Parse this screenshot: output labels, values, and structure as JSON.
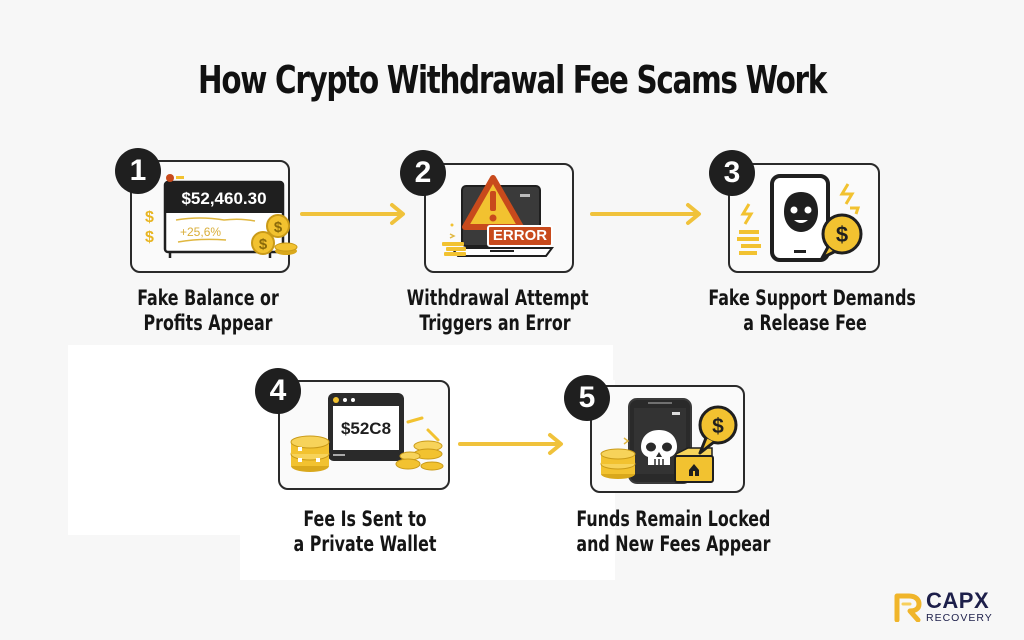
{
  "title": "How Crypto Withdrawal Fee Scams Work",
  "colors": {
    "accent": "#f2c230",
    "dark": "#1f1f1f",
    "error": "#c84a1c",
    "background": "#f7f7f7",
    "brand": "#1d1f4a"
  },
  "steps": [
    {
      "number": "1",
      "label_line1": "Fake Balance or",
      "label_line2": "Profits Appear",
      "screen_value": "$52,460.30",
      "screen_change": "+25,6%",
      "icons": [
        "monitor-icon",
        "dollar-sign-icon",
        "coin-stack-icon"
      ]
    },
    {
      "number": "2",
      "label_line1": "Withdrawal Attempt",
      "label_line2": "Triggers an Error",
      "error_badge": "ERROR",
      "icons": [
        "laptop-icon",
        "warning-icon",
        "coin-stack-icon"
      ]
    },
    {
      "number": "3",
      "label_line1": "Fake Support Demands",
      "label_line2": "a Release Fee",
      "icons": [
        "tablet-icon",
        "support-face-icon",
        "dollar-speech-bubble-icon"
      ]
    },
    {
      "number": "4",
      "label_line1": "Fee Is Sent to",
      "label_line2": "a Private Wallet",
      "screen_value": "$52C8",
      "icons": [
        "monitor-icon",
        "coin-stack-icon"
      ]
    },
    {
      "number": "5",
      "label_line1": "Funds Remain Locked",
      "label_line2": "and New Fees Appear",
      "icons": [
        "tablet-icon",
        "skull-icon",
        "locked-box-icon",
        "dollar-speech-bubble-icon"
      ]
    }
  ],
  "logo": {
    "name": "CAPX",
    "subtitle": "RECOVERY"
  }
}
